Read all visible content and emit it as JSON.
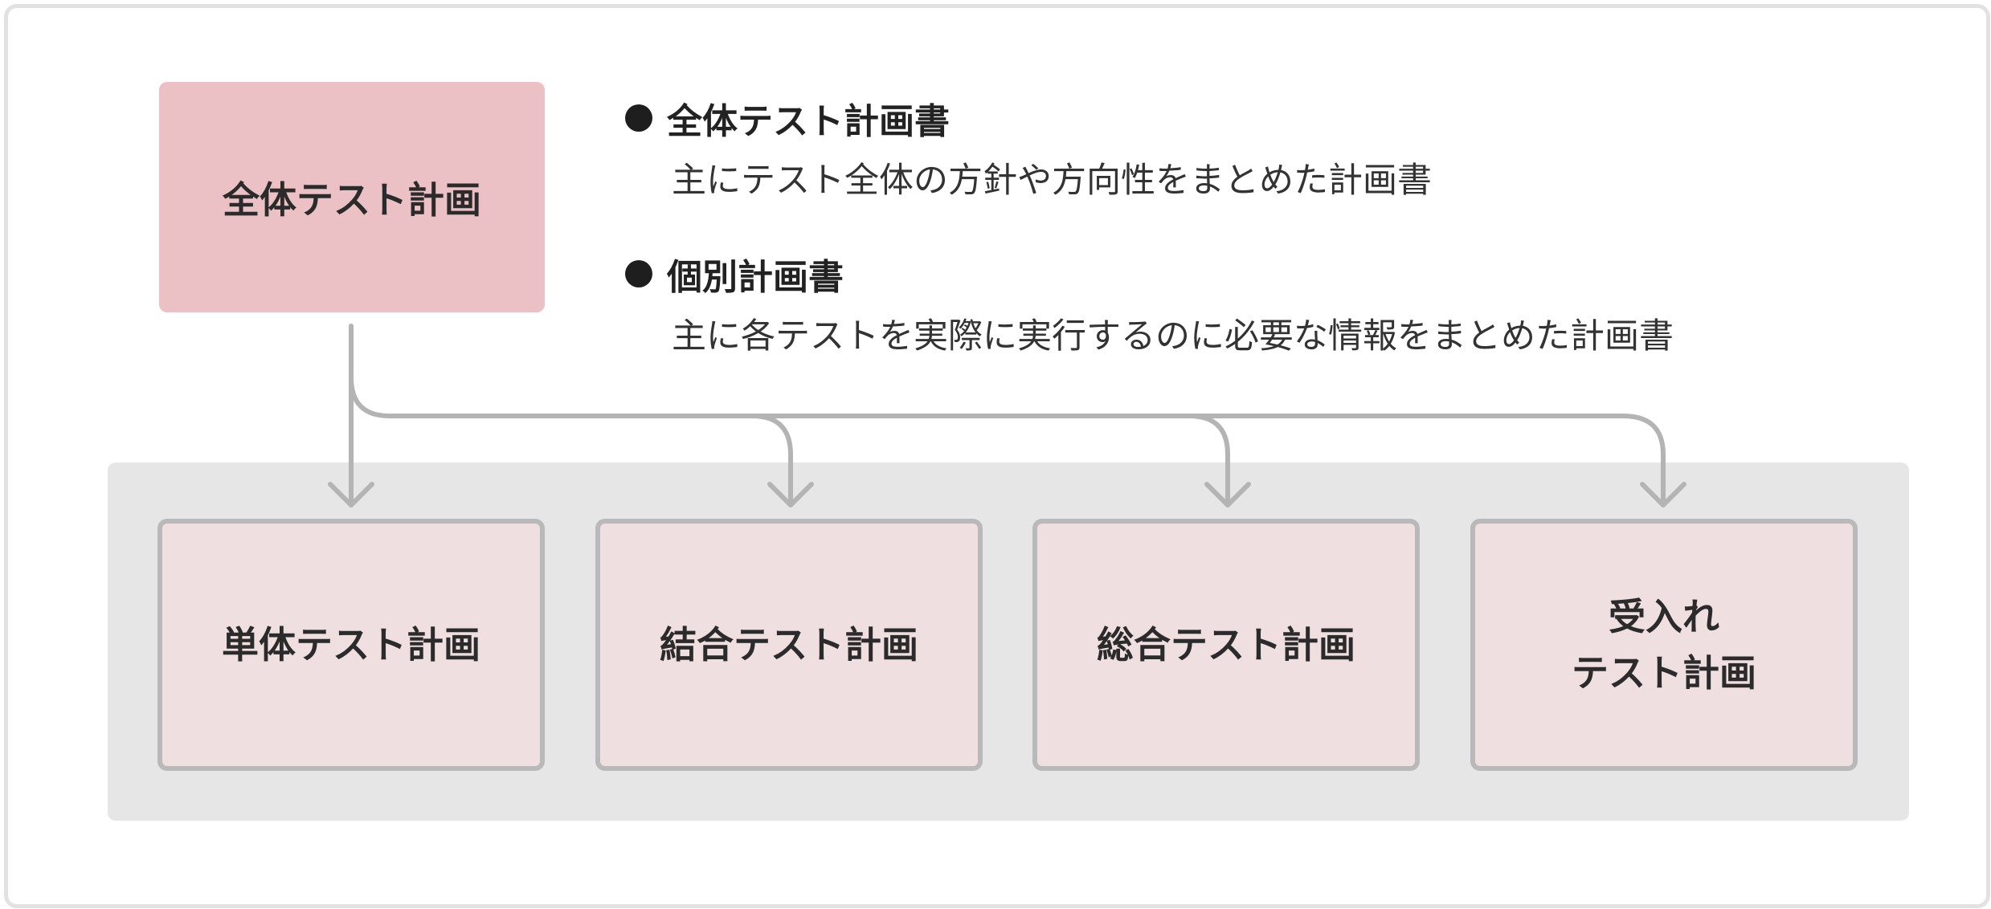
{
  "top_node": {
    "label": "全体テスト計画"
  },
  "legend": [
    {
      "title": "全体テスト計画書",
      "description": "主にテスト全体の方針や方向性をまとめた計画書"
    },
    {
      "title": "個別計画書",
      "description": "主に各テストを実際に実行するのに必要な情報をまとめた計画書"
    }
  ],
  "children": [
    {
      "lines": [
        "単体テスト計画"
      ]
    },
    {
      "lines": [
        "結合テスト計画"
      ]
    },
    {
      "lines": [
        "総合テスト計画"
      ]
    },
    {
      "lines": [
        "受入れ",
        "テスト計画"
      ]
    }
  ],
  "colors": {
    "top_fill": "#ecc1c5",
    "child_fill": "#f0dfe1",
    "child_border": "#b9b9b9",
    "group_fill": "#e6e6e6",
    "connector": "#b4b4b4"
  }
}
